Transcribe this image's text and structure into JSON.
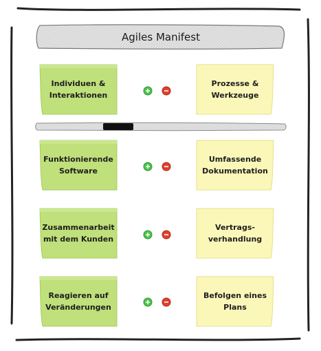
{
  "title": "Agiles Manifest",
  "colors": {
    "left_note": "#bfe07a",
    "left_note_dark": "#93c047",
    "right_note": "#fbf7b8",
    "right_note_dark": "#ece68a",
    "plus": "#4cc34c",
    "minus": "#e0402d",
    "bar": "#dcdcdc"
  },
  "rows": [
    {
      "left": "Individuen &\nInteraktionen",
      "right": "Prozesse &\nWerkzeuge"
    },
    {
      "left": "Funktionierende\nSoftware",
      "right": "Umfassende\nDokumentation"
    },
    {
      "left": "Zusammenarbeit\nmit dem Kunden",
      "right": "Vertrags-\nverhandlung"
    },
    {
      "left": "Reagieren auf\nVeränderungen",
      "right": "Befolgen eines\nPlans"
    }
  ],
  "icons": {
    "plus": "plus-circle-icon",
    "minus": "minus-circle-icon"
  }
}
